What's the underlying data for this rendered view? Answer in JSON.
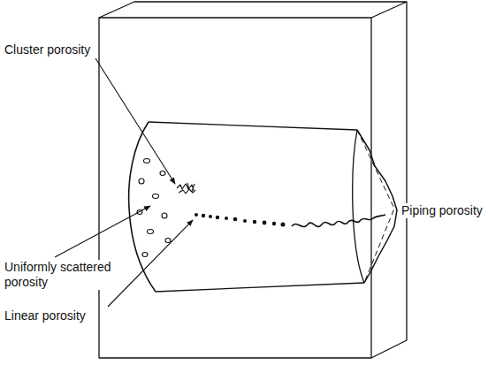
{
  "diagram": {
    "labels": [
      "Cluster porosity",
      "Uniformly scattered porosity",
      "Linear porosity",
      "Piping porosity"
    ]
  }
}
